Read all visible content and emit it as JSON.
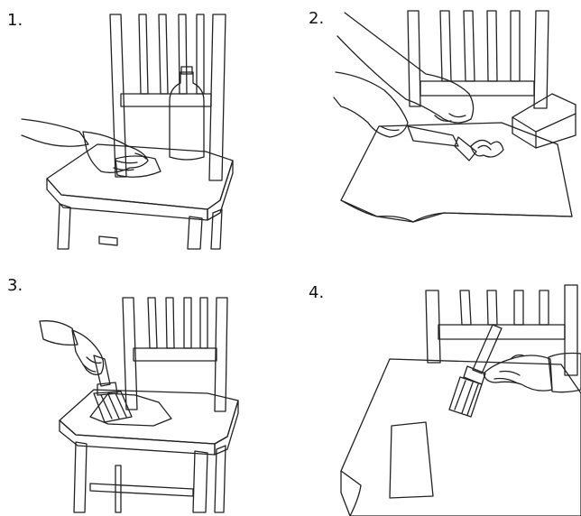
{
  "steps": [
    {
      "number": "1."
    },
    {
      "number": "2."
    },
    {
      "number": "3."
    },
    {
      "number": "4."
    }
  ],
  "colors": {
    "chair_blue": "#c7d2e6",
    "line": "#222222",
    "paint_white": "#f1f1f1",
    "bottle_white": "#ffffff",
    "sandpaper_tan": "#e4d4bf"
  }
}
